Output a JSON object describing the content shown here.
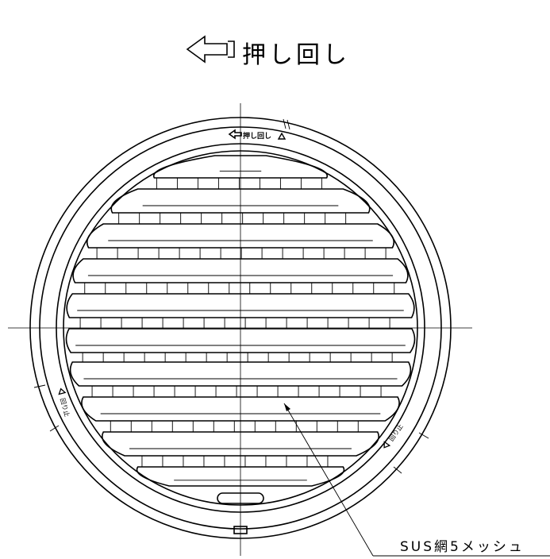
{
  "top_label": "押し回し",
  "ring_label": "押し回し",
  "ring_labels_side": [
    "回り止",
    "回り止"
  ],
  "callout_label": "SUS網5メッシュ",
  "icons": [
    "push-direction-arrow-icon",
    "triangle-marker-icon"
  ]
}
